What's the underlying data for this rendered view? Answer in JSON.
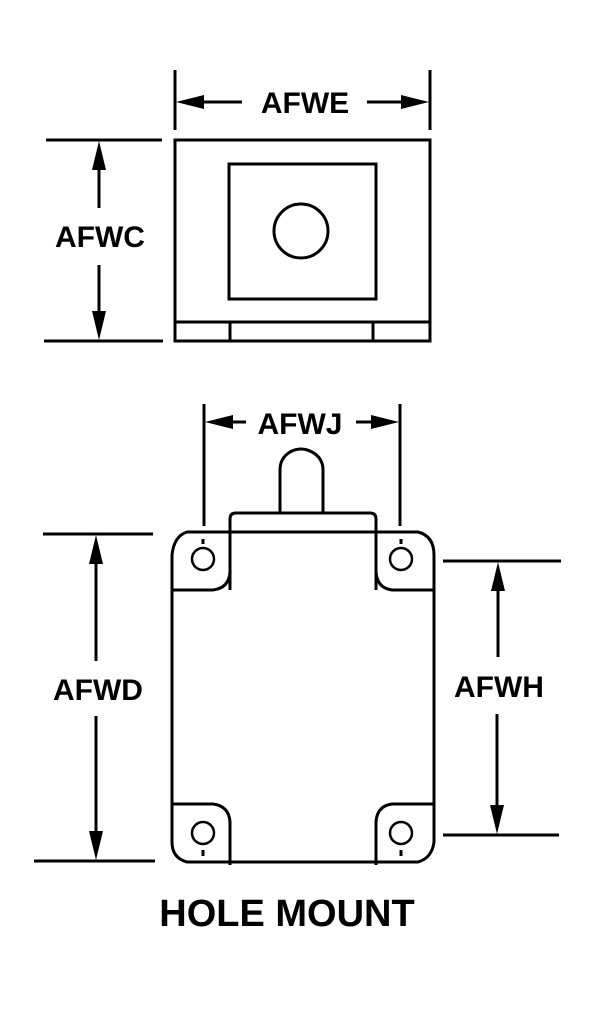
{
  "drawing": {
    "top_view": {
      "dimensions": {
        "width_label": "AFWE",
        "height_label": "AFWC"
      }
    },
    "front_view": {
      "dimensions": {
        "hole_spacing_label": "AFWJ",
        "overall_height_label": "AFWD",
        "hole_height_label": "AFWH"
      }
    },
    "caption": "HOLE MOUNT"
  },
  "colors": {
    "line": "#000000",
    "background": "#ffffff"
  }
}
